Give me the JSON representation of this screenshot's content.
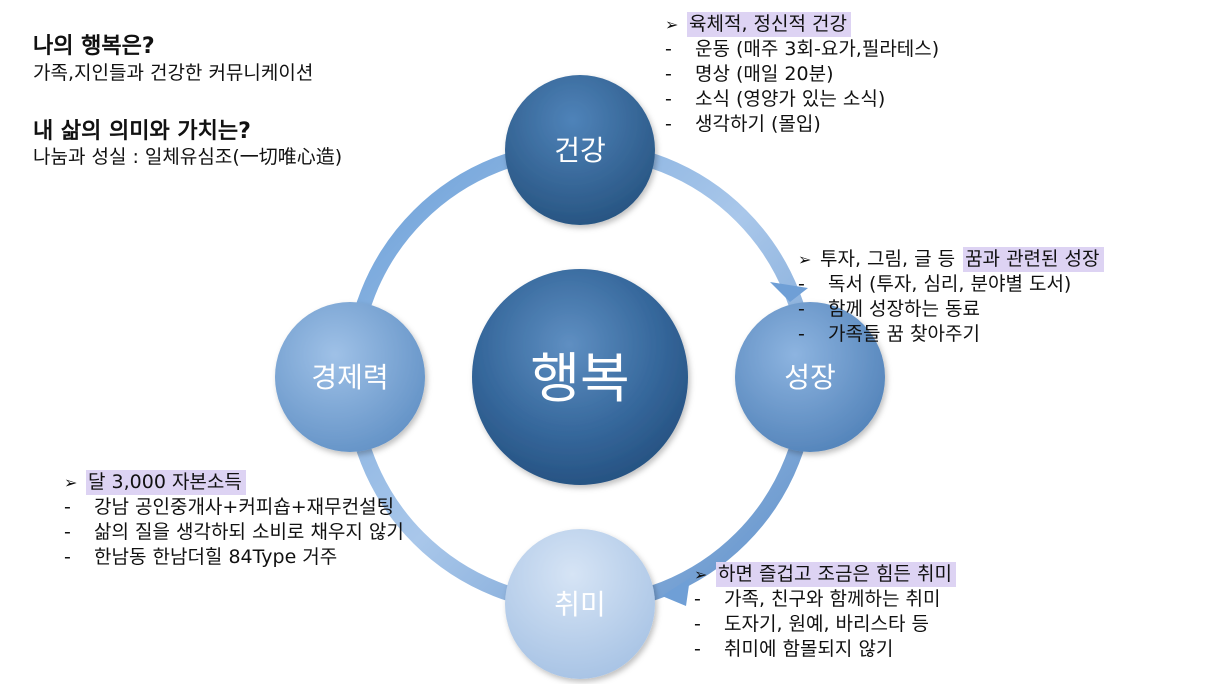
{
  "intro": {
    "q1": "나의 행복은?",
    "a1": "가족,지인들과 건강한 커뮤니케이션",
    "q2": "내 삶의 의미와 가치는?",
    "a2": "나눔과 성실 : 일체유심조(一切唯心造)"
  },
  "diagram": {
    "center": "행복",
    "nodes": {
      "health": "건강",
      "growth": "성장",
      "hobby": "취미",
      "economy": "경제력"
    }
  },
  "blocks": {
    "health": {
      "title": "육체적, 정신적 건강",
      "items": [
        "운동 (매주 3회-요가,필라테스)",
        "명상 (매일 20분)",
        "소식 (영양가 있는 소식)",
        "생각하기 (몰입)"
      ]
    },
    "growth": {
      "title_plain": "투자, 그림, 글 등",
      "title_hl": "꿈과 관련된 성장",
      "items": [
        "독서 (투자, 심리, 분야별 도서)",
        "함께 성장하는 동료",
        "가족들 꿈 찾아주기"
      ]
    },
    "economy": {
      "title": "달 3,000 자본소득",
      "items": [
        "강남 공인중개사+커피숍+재무컨설팅",
        "삶의 질을 생각하되 소비로 채우지 않기",
        "한남동 한남더힐 84Type 거주"
      ]
    },
    "hobby": {
      "title": "하면 즐겁고 조금은 힘든 취미",
      "items": [
        "가족, 친구와 함께하는 취미",
        "도자기, 원예, 바리스타 등",
        "취미에 함몰되지 않기"
      ]
    }
  },
  "symbols": {
    "arrow": "➢",
    "dash": "-"
  },
  "colors": {
    "highlight": "#ddd3f3",
    "ring": "#8fb6e6",
    "node_dark": "#2f5e8f",
    "node_light": "#6f9fcf"
  }
}
